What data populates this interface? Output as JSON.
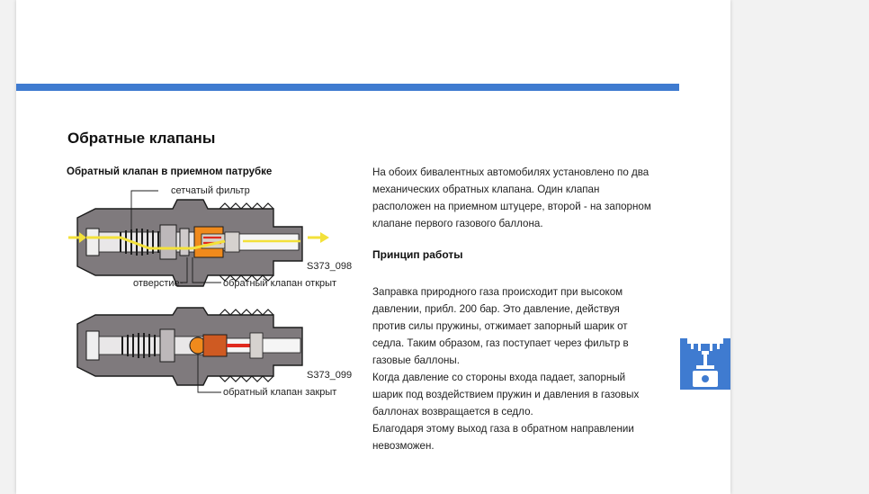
{
  "page": {
    "title": "Обратные клапаны",
    "figure_title": "Обратный клапан в приемном патрубке",
    "figure1": {
      "label_filter": "сетчатый фильтр",
      "label_hole": "отверстие",
      "label_open": "обратный клапан открыт",
      "code": "S373_098"
    },
    "figure2": {
      "label_closed": "обратный клапан закрыт",
      "code": "S373_099"
    },
    "intro": "На обоих бивалентных автомобилях установлено по два механических обратных клапана. Один клапан расположен на приемном штуцере, второй - на запорном клапане первого газового баллона.",
    "section_title": "Принцип работы",
    "body": "Заправка природного газа происходит при высоком давлении, прибл. 200 бар. Это давление, действуя против силы пружины, отжимает запорный шарик от седла. Таким образом, газ поступает через фильтр в газовые баллоны.\nКогда давление со стороны входа падает, запорный шарик под воздействием пружин и давления в газовых баллонах возвращается в седло.\nБлагодаря этому выход газа в обратном направлении невозможен."
  },
  "colors": {
    "accent": "#3f7bd0",
    "arrow": "#f3e13a",
    "valve_red": "#e02a1f",
    "valve_orange": "#f08a1c"
  },
  "icons": {
    "side_tab": "gas-cylinder-icon"
  }
}
